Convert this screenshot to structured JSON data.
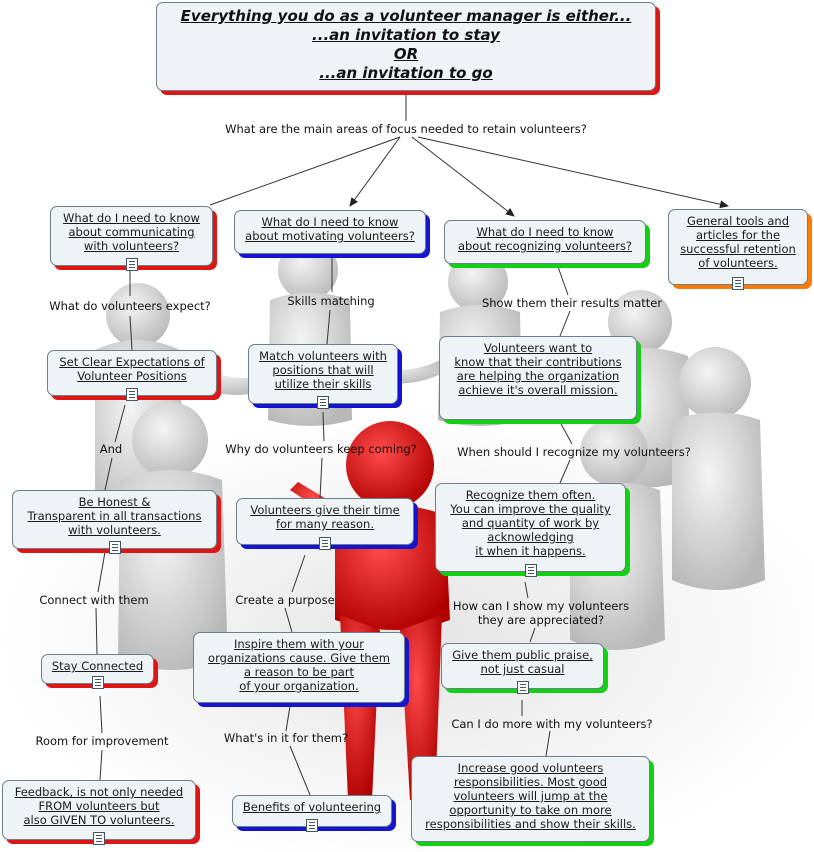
{
  "root": {
    "lines": [
      "Everything you do as a volunteer manager is either...",
      "...an invitation to stay",
      "OR",
      "...an invitation to go"
    ]
  },
  "main_question": "What are the main areas of focus needed to retain volunteers?",
  "nodes": {
    "communicating": "What do I need to know\n about communicating\n with volunteers?",
    "motivating": "What do I need to know\nabout motivating volunteers?",
    "recognizing": "What do I need to know\nabout recognizing volunteers?",
    "tools": "General tools and\narticles for the\nsuccessful retention\nof volunteers.",
    "expectations": "Set Clear Expectations of\nVolunteer Positions",
    "honest": "Be Honest &\nTransparent in all transactions\nwith volunteers.",
    "stay_connected": "Stay Connected",
    "feedback": "Feedback, is not only needed\nFROM  volunteers but\nalso GIVEN TO  volunteers.",
    "match": "Match volunteers with\npositions that will\nutilize their skills",
    "give_time": "Volunteers give their time\nfor many reason.",
    "inspire": "Inspire them with your\norganizations cause. Give them\na reason to be part\nof your organization.",
    "benefits": "Benefits of volunteering",
    "contributions": "Volunteers want to\nknow that their contributions\nare helping the organization\nachieve it's overall mission.",
    "recognize_often": "Recognize them often.\nYou can improve the quality\nand quantity of work by\nacknowledging\nit when it happens.",
    "praise": "Give them public praise,\nnot just casual",
    "responsibilities": "Increase good volunteers\nresponsibilities. Most good\nvolunteers will jump at the\nopportunity to take on more\nresponsibilities and show their skills."
  },
  "labels": {
    "expect": "What do volunteers expect?",
    "and": "And",
    "connect": "Connect with them",
    "improve": "Room for improvement",
    "skills": "Skills matching",
    "keep_coming": "Why do volunteers keep coming?",
    "purpose": "Create a purpose",
    "in_it": "What's in it for them?",
    "results": "Show them their results matter",
    "when": "When should I recognize my volunteers?",
    "how": "How can I show my volunteers\nthey are appreciated?",
    "more": "Can I do more with my volunteers?"
  },
  "colors": {
    "red": "#e01515",
    "blue": "#1515d0",
    "green": "#12d012",
    "orange": "#ff7a00",
    "node_fill": "#eef3f6"
  },
  "icons": [
    "note-icon"
  ]
}
